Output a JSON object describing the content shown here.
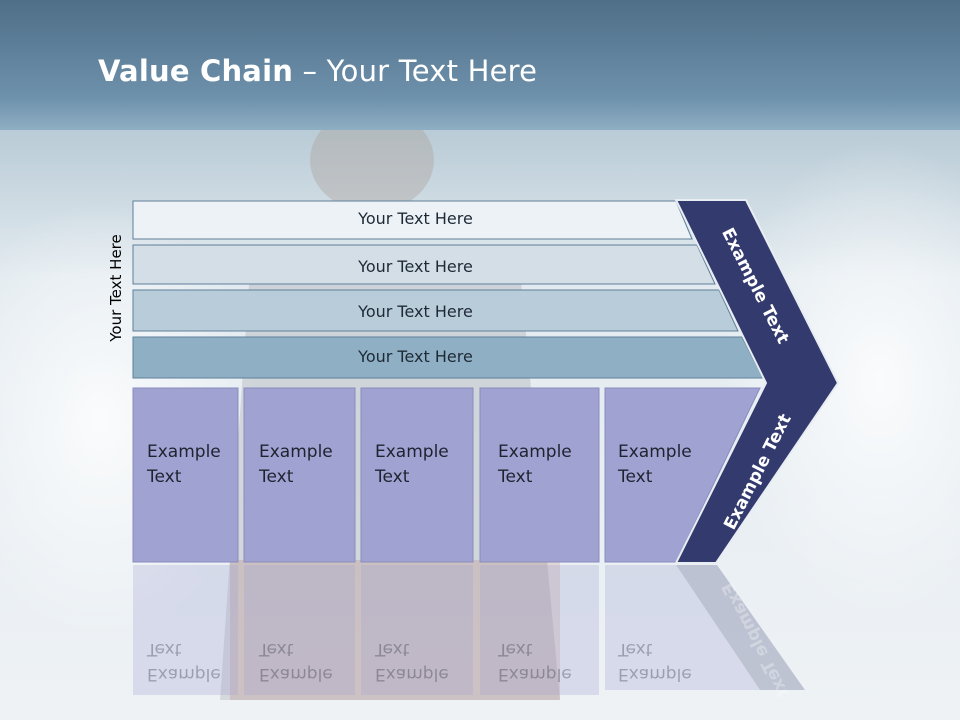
{
  "title": {
    "bold": "Value Chain",
    "rest": " – Your Text Here"
  },
  "side_label": "Your Text Here",
  "rows": [
    "Your Text Here",
    "Your Text Here",
    "Your Text Here",
    "Your Text Here"
  ],
  "cells": [
    {
      "line1": "Example",
      "line2": "Text"
    },
    {
      "line1": "Example",
      "line2": "Text"
    },
    {
      "line1": "Example",
      "line2": "Text"
    },
    {
      "line1": "Example",
      "line2": "Text"
    },
    {
      "line1": "Example",
      "line2": "Text"
    }
  ],
  "chevron_top": "Example Text",
  "chevron_bottom": "Example Text",
  "colors": {
    "header": "#5f7f99",
    "row1": "#edf2f7",
    "row2": "#d3dee7",
    "row3": "#b9ccda",
    "row4": "#8fb0c4",
    "cell": "#a0a2d2",
    "chevron": "#333a6e"
  }
}
